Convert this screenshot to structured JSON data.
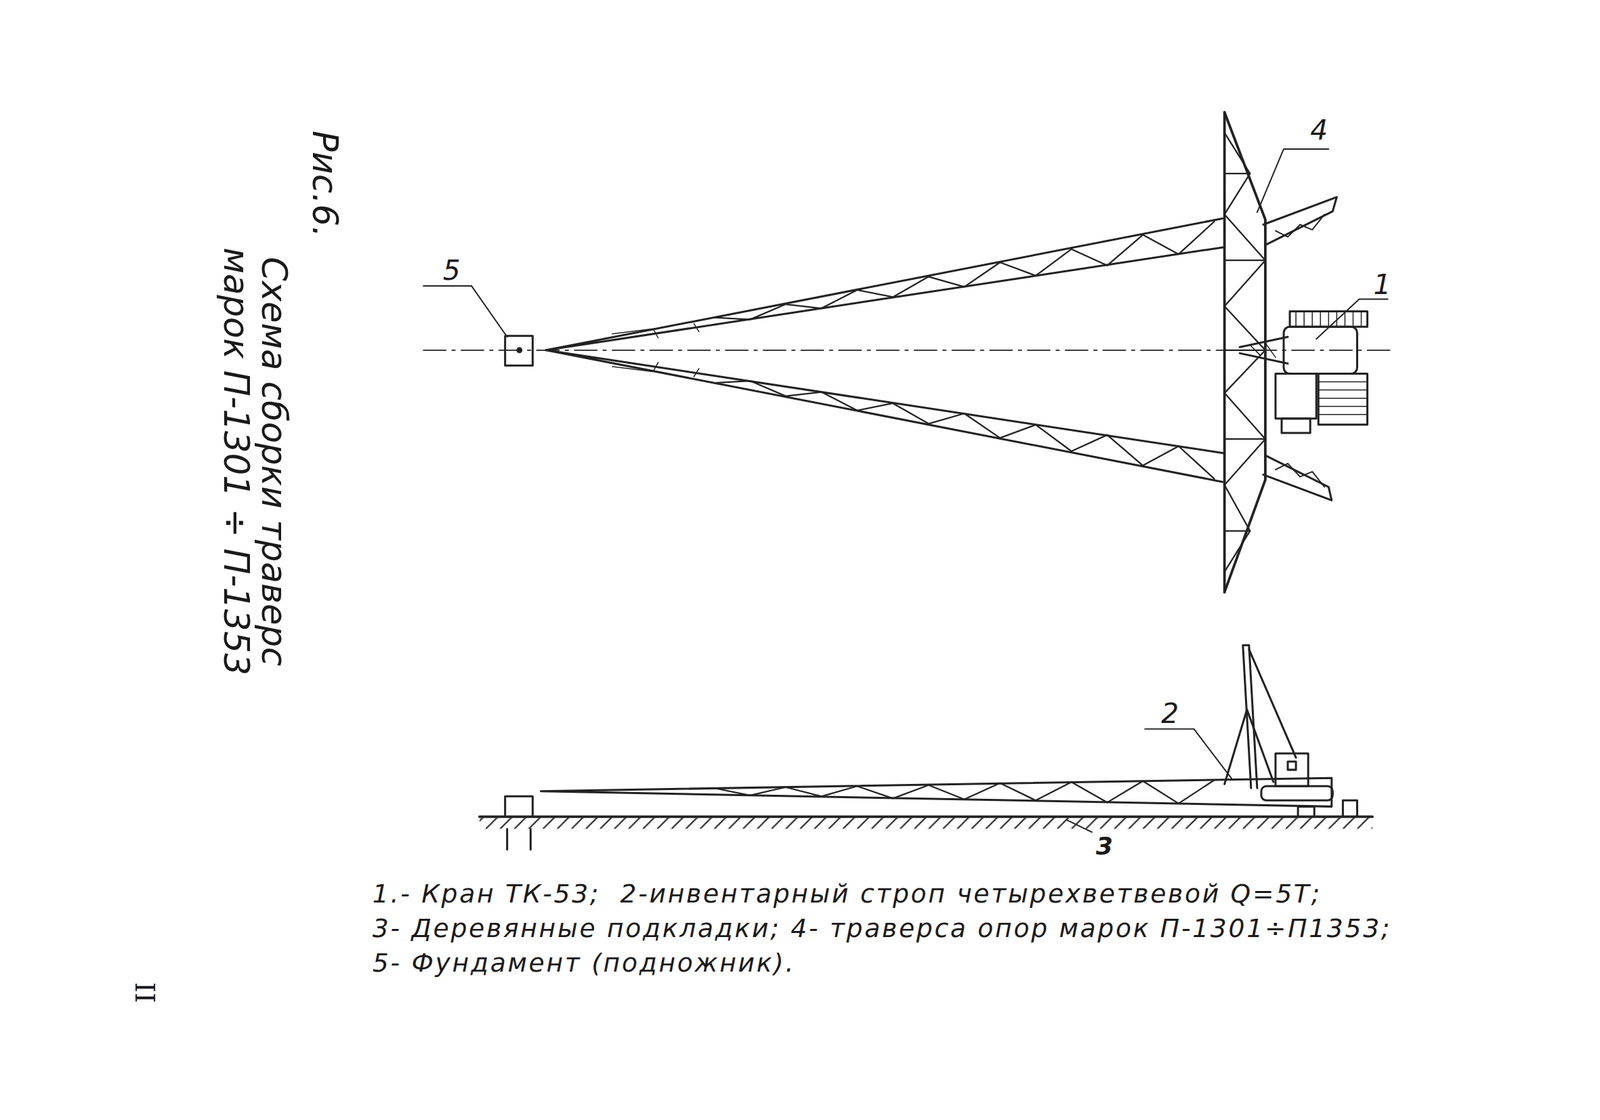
{
  "diagram": {
    "title": "Рис.6.",
    "caption": "Схема сборки траверс марок П-1301 ÷ П-1353",
    "labels": [
      "4",
      "1",
      "5",
      "2",
      "3",
      "1.- Кран ТК-53;  2-инвентарный строп четырехветвевой Q=5Т;",
      "3- Деревянные подкладки; 4- траверса опор марок П-1301÷П1353;",
      "5- Фундамент (подножник).",
      "II"
    ]
  }
}
